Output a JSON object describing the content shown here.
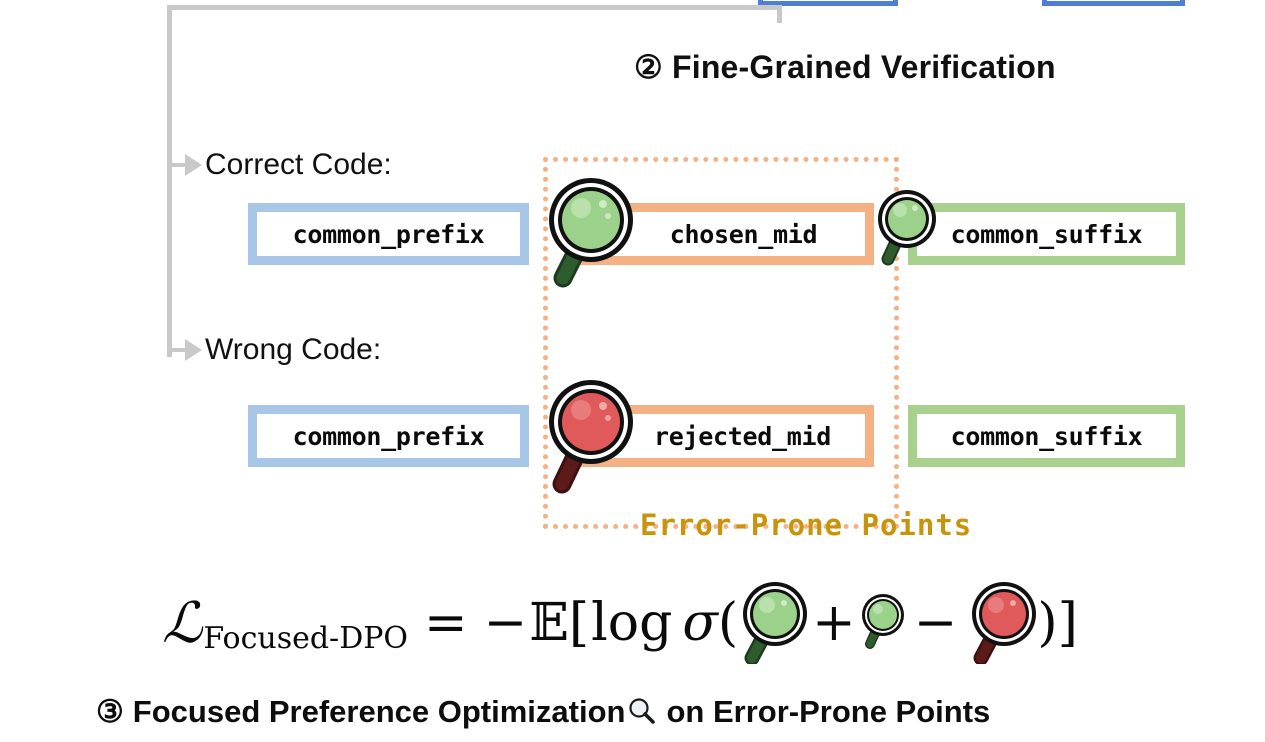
{
  "figure": {
    "stage_width": 1265,
    "stage_height": 742
  },
  "stage2": {
    "number": "②",
    "title": "Fine-Grained Verification",
    "full_title": "② Fine-Grained Verification"
  },
  "rows": [
    {
      "label": "Correct Code:",
      "kind": "correct",
      "boxes": [
        {
          "text": "common_prefix",
          "color": "#a8c6e8",
          "role": "prefix"
        },
        {
          "text": "chosen_mid",
          "color": "#f4b183",
          "role": "mid"
        },
        {
          "text": "common_suffix",
          "color": "#a9d18e",
          "role": "suffix"
        }
      ],
      "magnifiers": [
        {
          "name": "magnifier-green-large",
          "color": "green",
          "size": "large"
        },
        {
          "name": "magnifier-green-small",
          "color": "green",
          "size": "small"
        }
      ]
    },
    {
      "label": "Wrong Code:",
      "kind": "wrong",
      "boxes": [
        {
          "text": "common_prefix",
          "color": "#a8c6e8",
          "role": "prefix"
        },
        {
          "text": "rejected_mid",
          "color": "#f4b183",
          "role": "mid"
        },
        {
          "text": "common_suffix",
          "color": "#a9d18e",
          "role": "suffix"
        }
      ],
      "magnifiers": [
        {
          "name": "magnifier-red-large",
          "color": "red",
          "size": "large"
        }
      ]
    }
  ],
  "error_prone": {
    "label": "Error-Prone Points",
    "border_color": "#f4b183",
    "text_color": "#c8940b",
    "border_style": "dotted"
  },
  "formula": {
    "loss_symbol": "ℒ",
    "subscript": "Focused-DPO",
    "equals": "=",
    "minus": "−",
    "expectation": "𝔼",
    "bracket_open": "[",
    "log": "log",
    "sigma": "σ",
    "paren_open": "(",
    "plus": "+",
    "op_minus": "−",
    "paren_close": ")",
    "bracket_close": "]",
    "terms": [
      {
        "name": "chosen-mid-magnifier",
        "color": "green",
        "size": "large"
      },
      {
        "name": "common-suffix-magnifier",
        "color": "green",
        "size": "small"
      },
      {
        "name": "rejected-mid-magnifier",
        "color": "red",
        "size": "large"
      }
    ],
    "plain_text": "ℒ_Focused-DPO = −𝔼[log σ( ⊕ + ⊕ − ⊖ )]"
  },
  "stage3": {
    "number": "③",
    "text_before": "Focused Preference Optimization",
    "icon": "magnifier-icon",
    "text_after": "on Error-Prone Points",
    "full_text": "③ Focused Preference Optimization🔍 on Error-Prone Points"
  },
  "colors": {
    "blue_box": "#a8c6e8",
    "blue_stub": "#4f7fd4",
    "orange_box": "#f4b183",
    "green_box": "#a9d18e",
    "gold_text": "#c8940b",
    "connector_gray": "#c9c9c9",
    "magnifier_green": "#9bd18a",
    "magnifier_red": "#e0595b"
  }
}
